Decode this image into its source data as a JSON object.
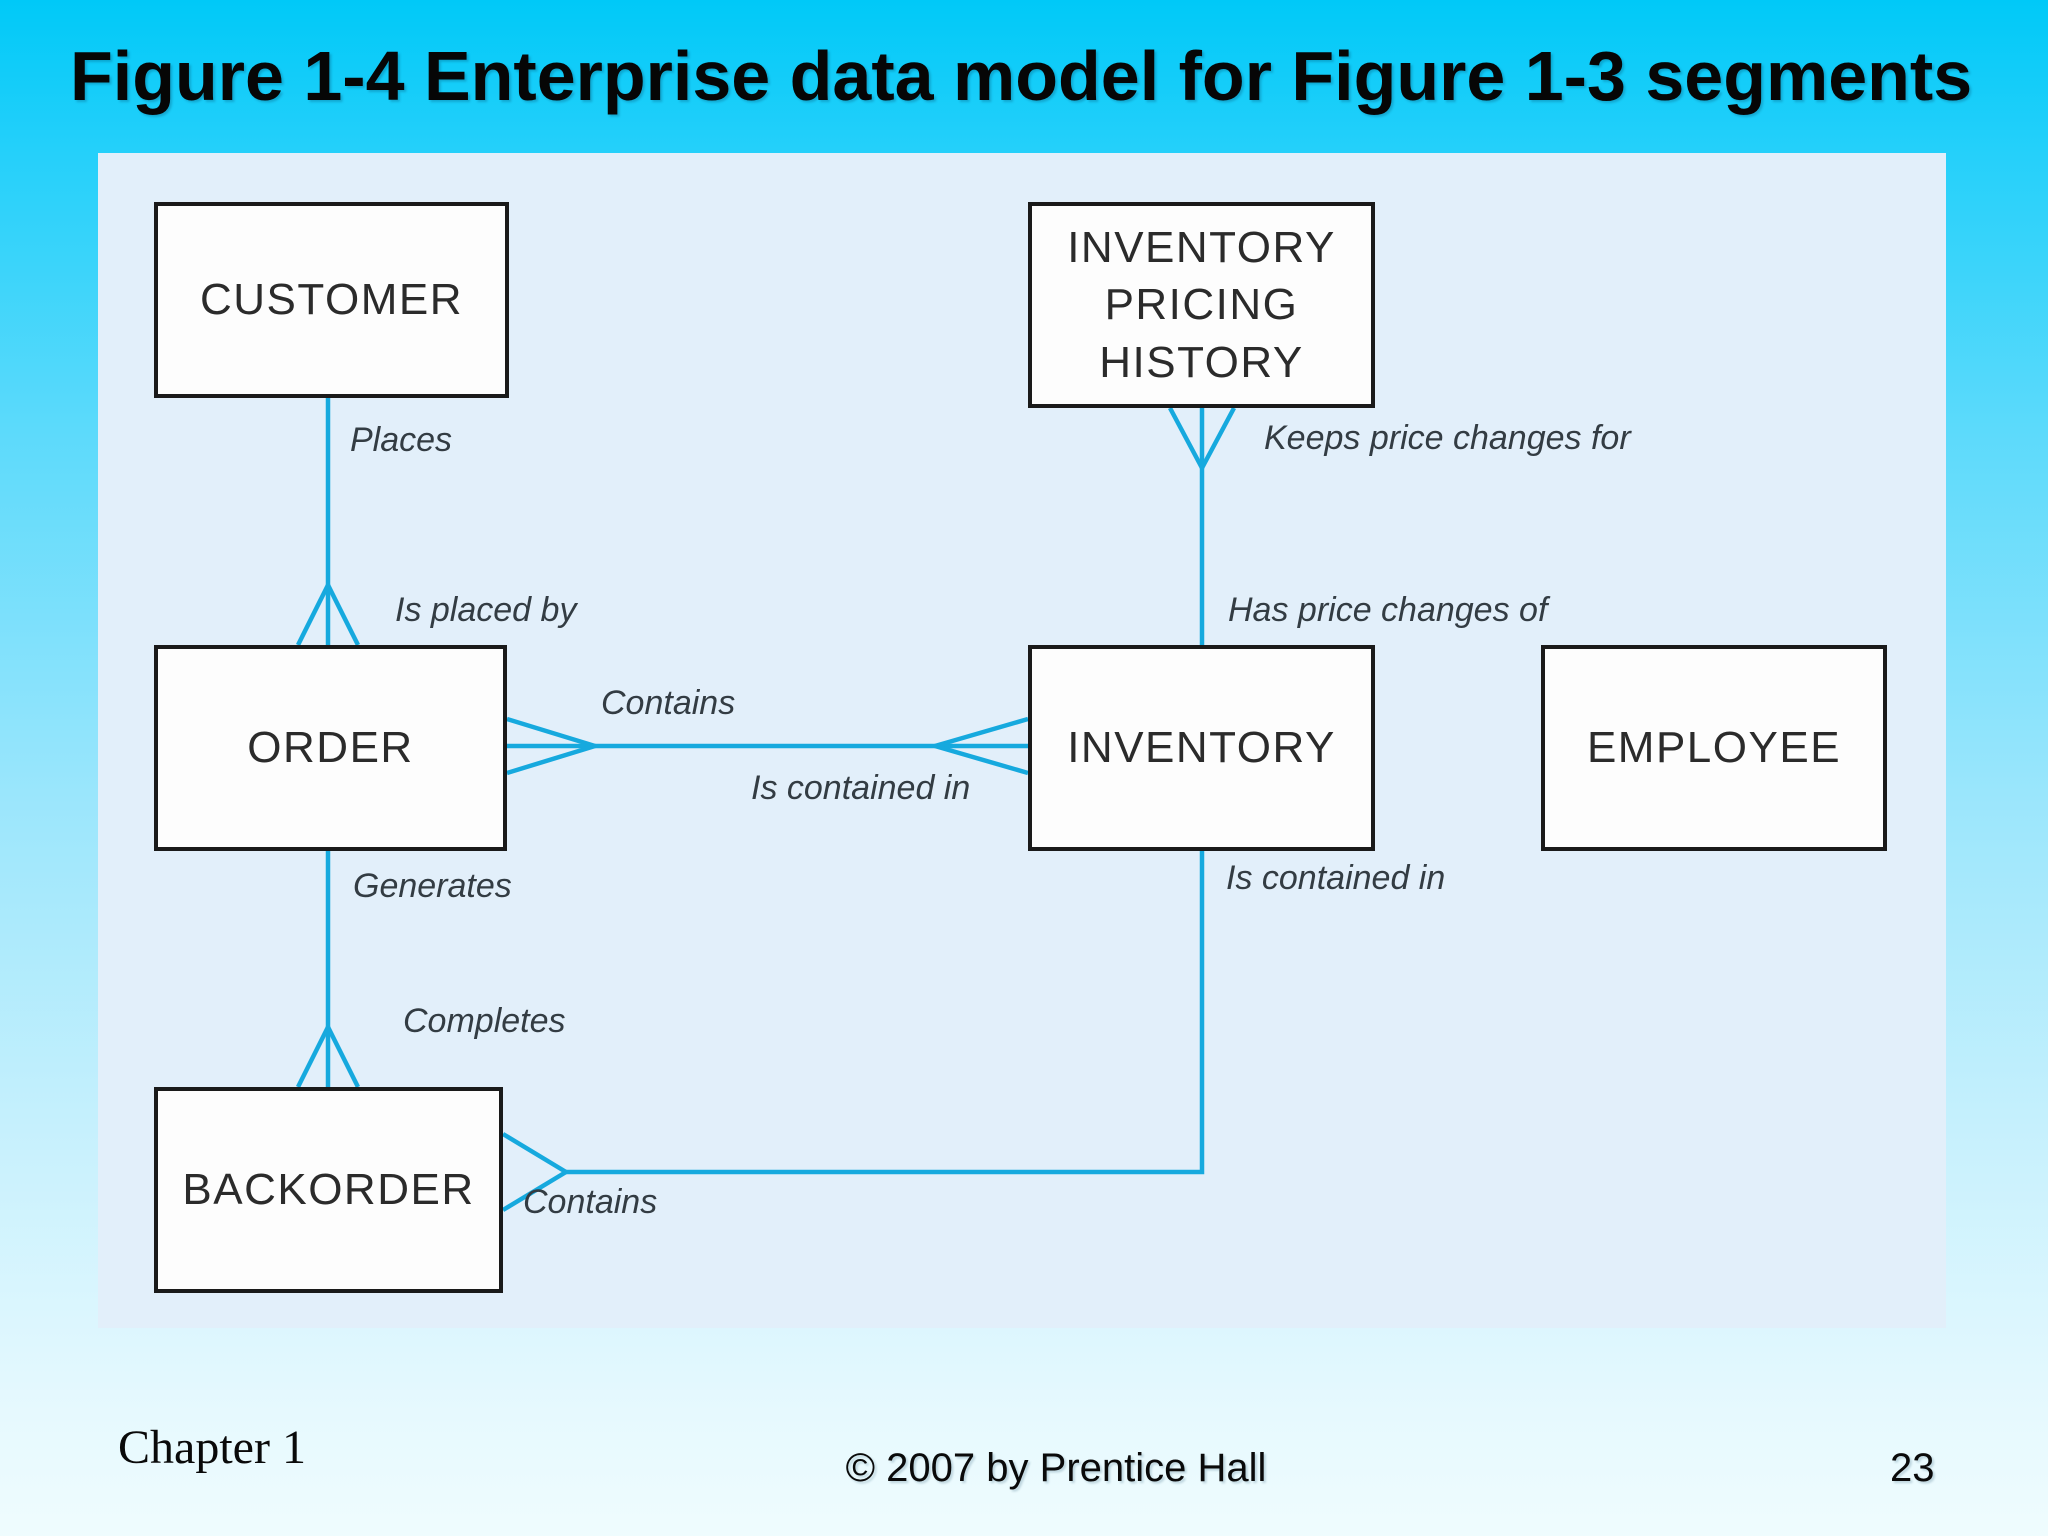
{
  "slide": {
    "title": "Figure 1-4 Enterprise data model for Figure 1-3 segments",
    "footer": {
      "chapter": "Chapter 1",
      "copyright": "© 2007 by Prentice Hall",
      "page_number": "23"
    },
    "colors": {
      "background_top": "#00c9f8",
      "background_bottom": "#effcfe",
      "panel_background": "#e2effa",
      "connector": "#16a9de",
      "entity_border": "#1a1a1a",
      "entity_fill": "#fdfdfd",
      "entity_text": "#2b2b2b",
      "label_text": "#333c43"
    }
  },
  "diagram": {
    "type": "entity-relationship",
    "notation": "crow-foot",
    "entities": [
      {
        "id": "customer",
        "label": "CUSTOMER"
      },
      {
        "id": "inventory-pricing-history",
        "label": "INVENTORY PRICING HISTORY"
      },
      {
        "id": "order",
        "label": "ORDER"
      },
      {
        "id": "inventory",
        "label": "INVENTORY"
      },
      {
        "id": "employee",
        "label": "EMPLOYEE"
      },
      {
        "id": "backorder",
        "label": "BACKORDER"
      }
    ],
    "relationships": [
      {
        "from": "CUSTOMER",
        "to": "ORDER",
        "label_forward": "Places",
        "label_reverse": "Is placed by",
        "many_end": "ORDER"
      },
      {
        "from": "ORDER",
        "to": "INVENTORY",
        "label_forward": "Contains",
        "label_reverse": "Is contained in",
        "many_end": "both"
      },
      {
        "from": "INVENTORY PRICING HISTORY",
        "to": "INVENTORY",
        "label_forward": "Keeps price changes for",
        "label_reverse": "Has price changes of",
        "many_end": "INVENTORY PRICING HISTORY"
      },
      {
        "from": "ORDER",
        "to": "BACKORDER",
        "label_forward": "Generates",
        "label_reverse": "Completes",
        "many_end": "BACKORDER"
      },
      {
        "from": "BACKORDER",
        "to": "INVENTORY",
        "label_forward": "Contains",
        "label_reverse": "Is contained in",
        "many_end": "BACKORDER"
      }
    ]
  }
}
